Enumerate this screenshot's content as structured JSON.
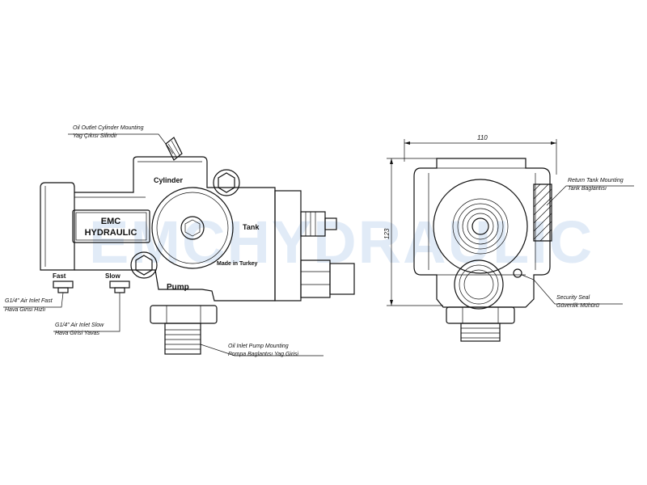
{
  "watermark": "EMCHYDRAULIC",
  "badge": {
    "line1": "EMC",
    "line2": "HYDRAULIC"
  },
  "body_labels": {
    "cylinder": "Cylinder",
    "tank": "Tank",
    "pump": "Pump",
    "made_in": "Made in Turkey",
    "fast": "Fast",
    "slow": "Slow"
  },
  "callouts": {
    "oil_outlet": {
      "line1": "Oil Outlet Cylinder Mounting",
      "line2": "Yag Çıkısı Silindir"
    },
    "air_fast": {
      "line1": "G1/4\" Air Inlet Fast",
      "line2": "Hava Girisi Hızlı"
    },
    "air_slow": {
      "line1": "G1/4\" Air Inlet Slow",
      "line2": "Hava Girisi Yavas"
    },
    "oil_inlet": {
      "line1": "Oil Inlet Pump Mounting",
      "line2": "Pompa Baglantısı Yag Girisi"
    },
    "return_tank": {
      "line1": "Return Tank Mounting",
      "line2": "Tank Baglantısı"
    },
    "security_seal": {
      "line1": "Security Seal",
      "line2": "Güvenlik Mühürü"
    }
  },
  "dimensions": {
    "width": "110",
    "height": "123"
  }
}
